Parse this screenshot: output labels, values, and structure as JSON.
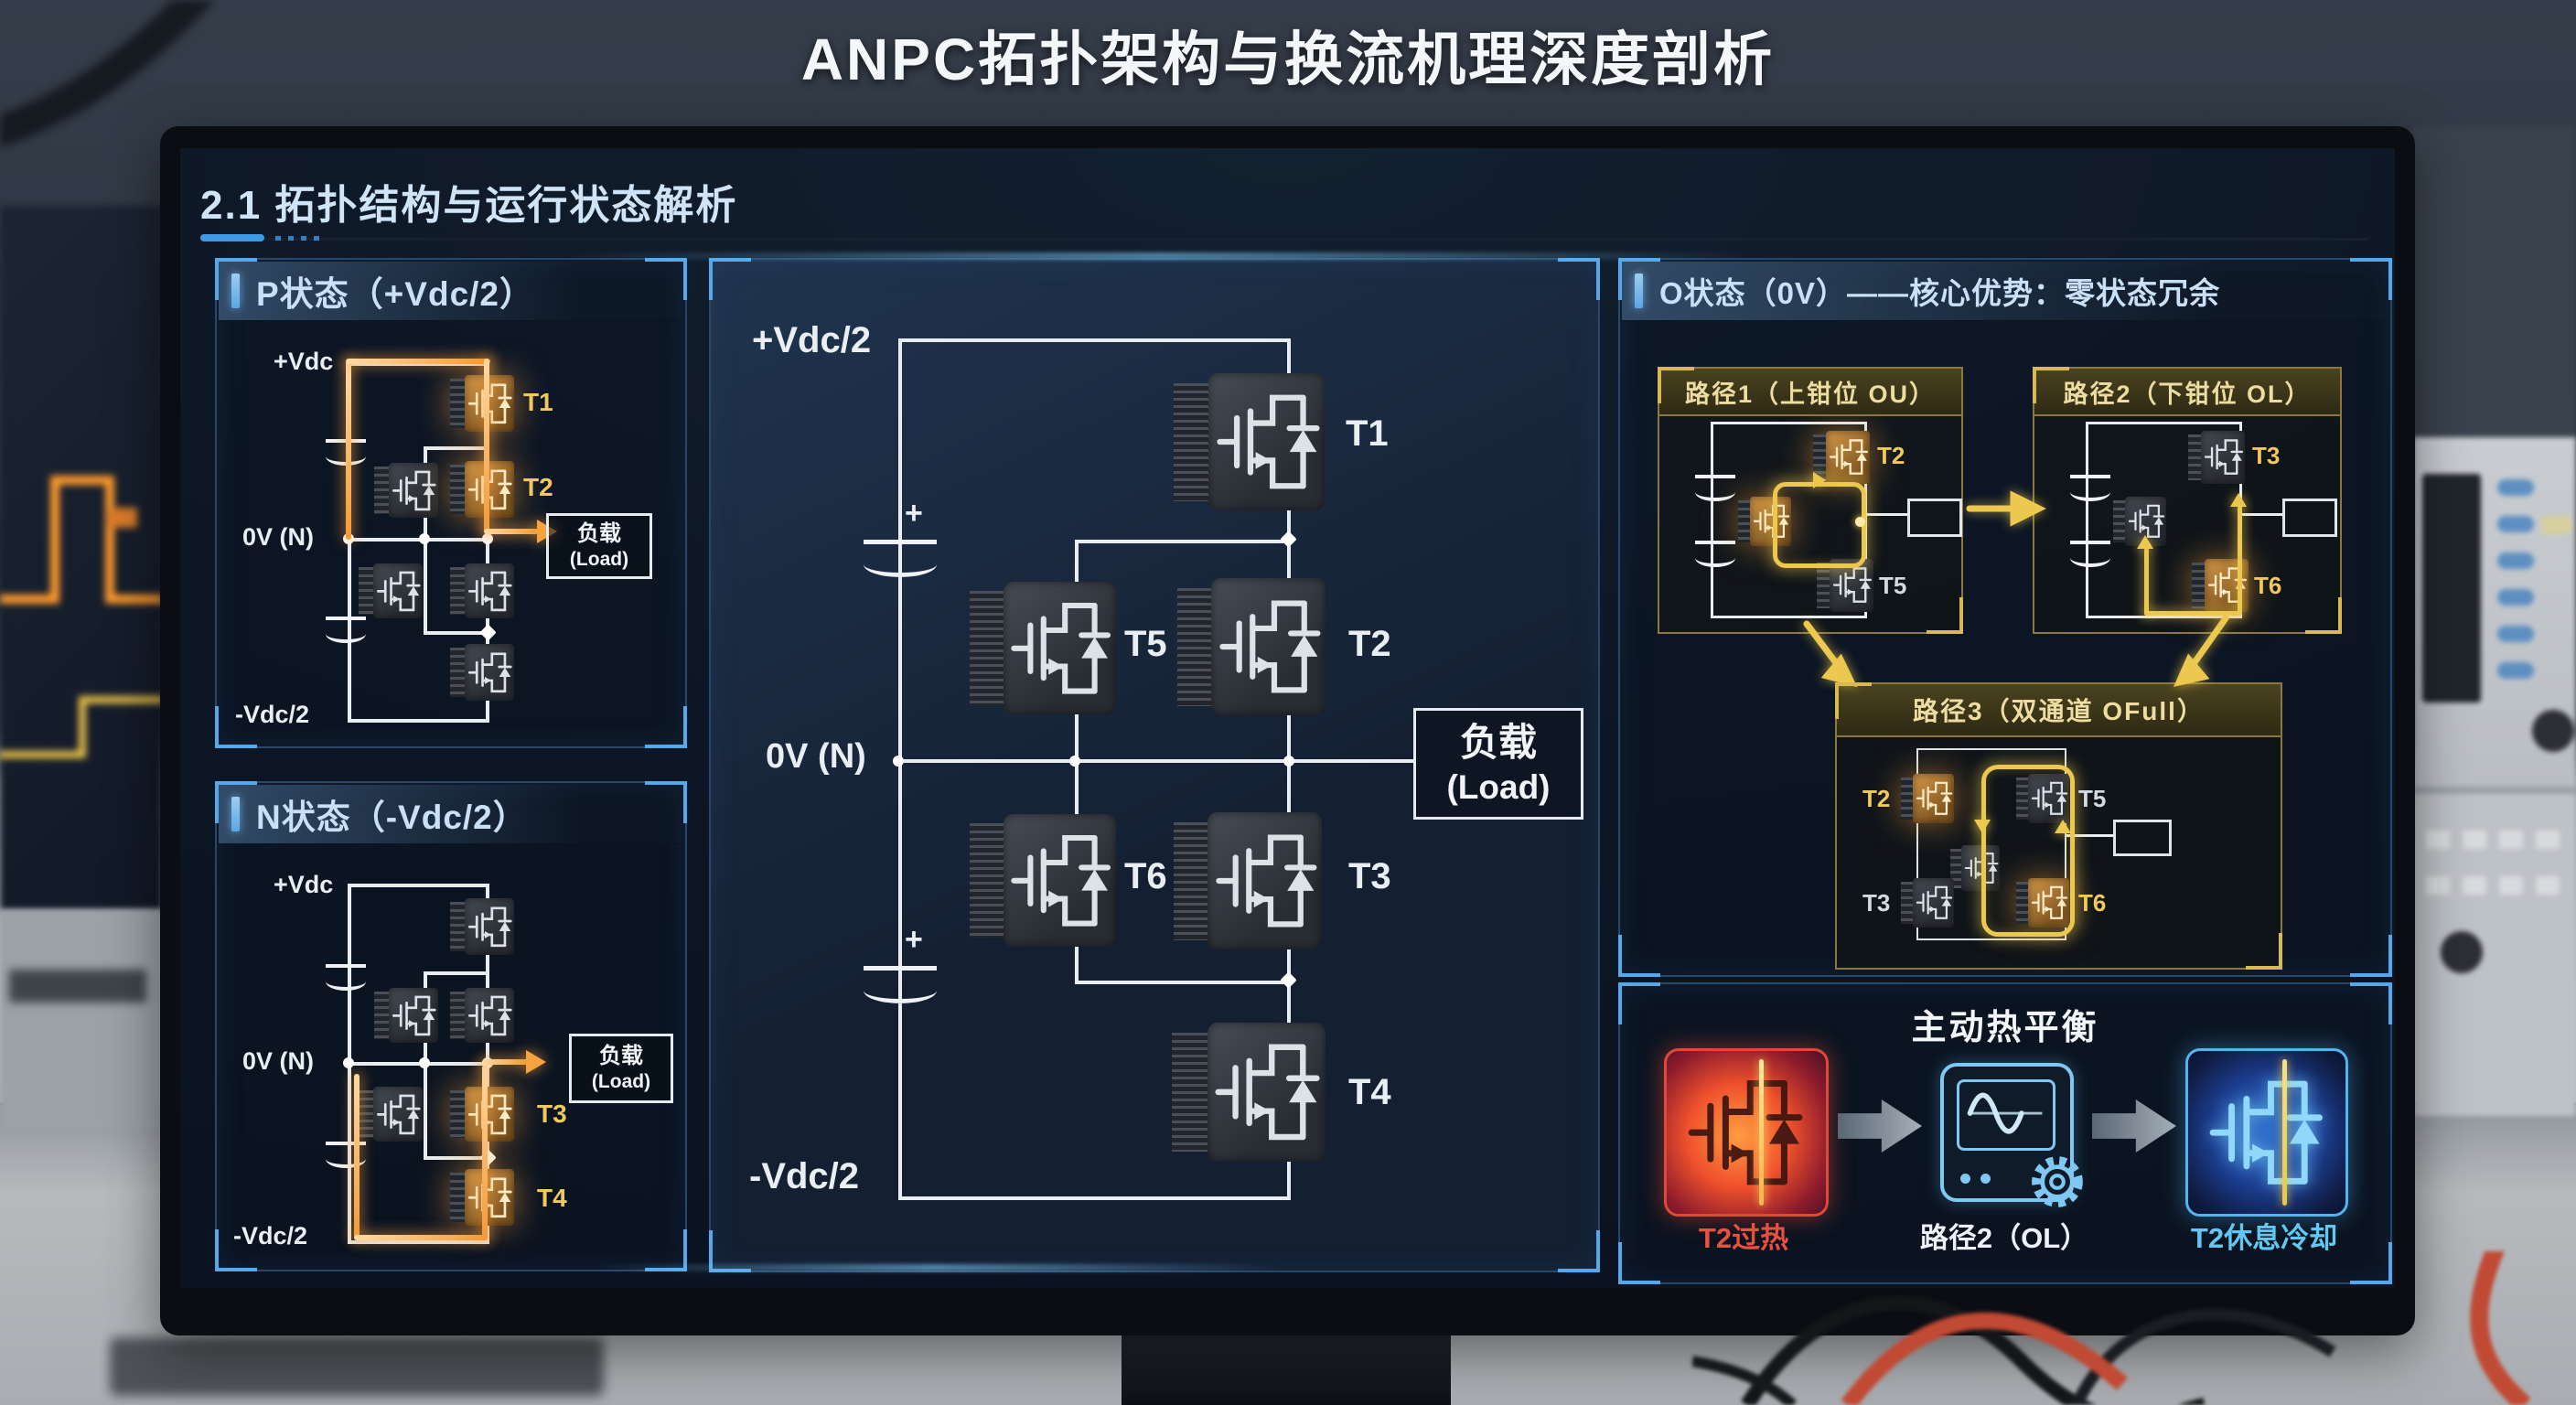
{
  "title": "ANPC拓扑架构与换流机理深度剖析",
  "screen": {
    "section_title": "2.1 拓扑结构与运行状态解析",
    "p_panel": {
      "title": "P状态（+Vdc/2）",
      "rail_top": "+Vdc",
      "rail_neutral": "0V (N)",
      "rail_bottom": "-Vdc/2",
      "t1": "T1",
      "t2": "T2",
      "load_cn": "负载",
      "load_en": "(Load)"
    },
    "n_panel": {
      "title": "N状态（-Vdc/2）",
      "rail_top": "+Vdc",
      "rail_neutral": "0V (N)",
      "rail_bottom": "-Vdc/2",
      "t3": "T3",
      "t4": "T4",
      "load_cn": "负载",
      "load_en": "(Load)"
    },
    "main_circuit": {
      "rail_top": "+Vdc/2",
      "rail_neutral": "0V (N)",
      "rail_bottom": "-Vdc/2",
      "cap_plus": "+",
      "t1": "T1",
      "t2": "T2",
      "t3": "T3",
      "t4": "T4",
      "t5": "T5",
      "t6": "T6",
      "load_cn": "负载",
      "load_en": "(Load)"
    },
    "o_panel": {
      "title": "O状态（0V）——核心优势：零状态冗余",
      "path1": {
        "title": "路径1（上钳位 OU）",
        "t_top": "T2",
        "t_bottom": "T5"
      },
      "path2": {
        "title": "路径2（下钳位 OL）",
        "t_top": "T3",
        "t_bottom": "T6"
      },
      "path3": {
        "title": "路径3（双通道 OFull）",
        "t_top_left": "T2",
        "t_top_right": "T5",
        "t_bottom_left": "T3",
        "t_bottom_right": "T6"
      }
    },
    "thermal_panel": {
      "title": "主动热平衡",
      "hot_label": "T2过热",
      "mid_label": "路径2（OL）",
      "cool_label": "T2休息冷却"
    }
  },
  "colors": {
    "accent_blue": "#55a8ec",
    "header_text": "#c9e0f6",
    "gold": "#ecc84e",
    "gold_text": "#eedda2",
    "orange_glow": "#f6a23e",
    "hot_red": "#e85040",
    "cool_cyan": "#61c8f2",
    "wire_white": "#e8edf2"
  }
}
